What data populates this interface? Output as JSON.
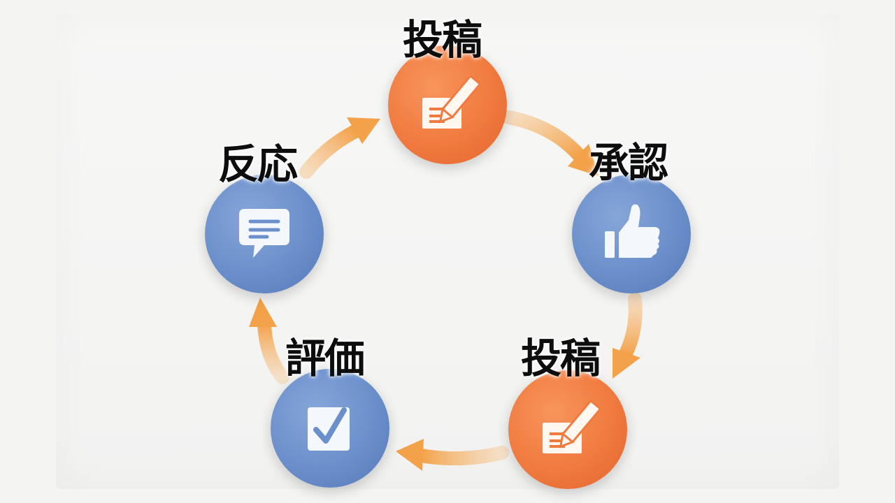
{
  "steps": [
    {
      "label": "投稿",
      "icon": "edit-document-icon",
      "color": "#f07a3f"
    },
    {
      "label": "承認",
      "icon": "thumbs-up-icon",
      "color": "#6b8fcb"
    },
    {
      "label": "投稿",
      "icon": "edit-document-icon",
      "color": "#f07a3f"
    },
    {
      "label": "評価",
      "icon": "checkbox-icon",
      "color": "#6b8fcb"
    },
    {
      "label": "反応",
      "icon": "chat-bubble-icon",
      "color": "#6b8fcb"
    }
  ],
  "colors": {
    "orange": "#f07a3f",
    "blue": "#6b8fcb",
    "arrow": "#f3a64a",
    "background": "#f4f4f3"
  }
}
